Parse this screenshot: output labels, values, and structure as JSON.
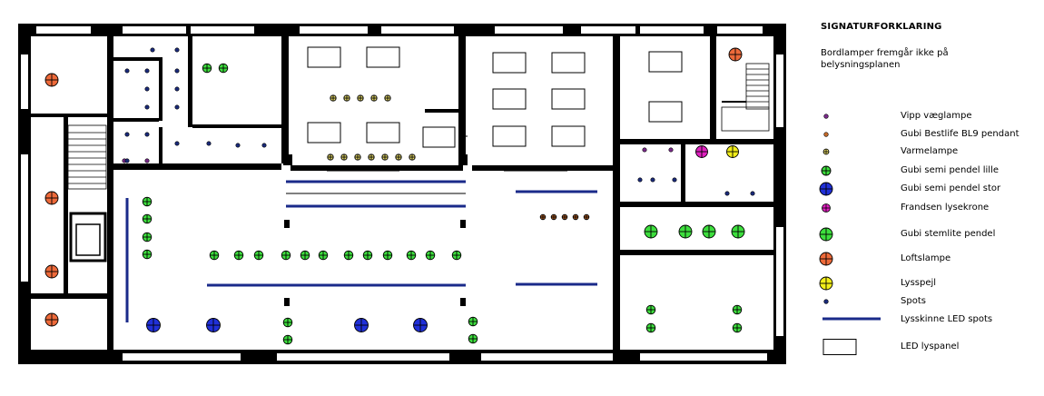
{
  "legend": {
    "title": "SIGNATURFORKLARING",
    "note": "Bordlamper fremgår ikke på belysningsplanen",
    "items": [
      {
        "symbol": "dot-small",
        "color": "#7a2a8a",
        "label": "Vipp væglampe"
      },
      {
        "symbol": "dot-small",
        "color": "#c46a2a",
        "label": "Gubi Bestlife BL9 pendant"
      },
      {
        "symbol": "cross-small",
        "color": "#e8dc6a",
        "label": "Varmelampe"
      },
      {
        "symbol": "cross-medium",
        "color": "#3dde3d",
        "label": "Gubi semi pendel lille"
      },
      {
        "symbol": "cross-large",
        "color": "#2030d8",
        "label": "Gubi semi pendel stor"
      },
      {
        "symbol": "cross-small",
        "color": "#ec4a6a",
        "label": "Frandsen lysekrone"
      },
      {
        "symbol": "cross-large",
        "color": "#3dde3d",
        "label": "Gubi stemlite pendel"
      },
      {
        "symbol": "cross-large",
        "color": "#ee6a3a",
        "label": "Loftslampe"
      },
      {
        "symbol": "cross-large",
        "color": "#f2ee1a",
        "label": "Lysspejl"
      },
      {
        "symbol": "dot-small",
        "color": "#1a2a7a",
        "label": "Spots"
      },
      {
        "symbol": "line",
        "color": "#1a2a8a",
        "label": "Lysskinne LED spots"
      },
      {
        "symbol": "rect",
        "color": "#000000",
        "label": "LED lyspanel"
      }
    ]
  }
}
